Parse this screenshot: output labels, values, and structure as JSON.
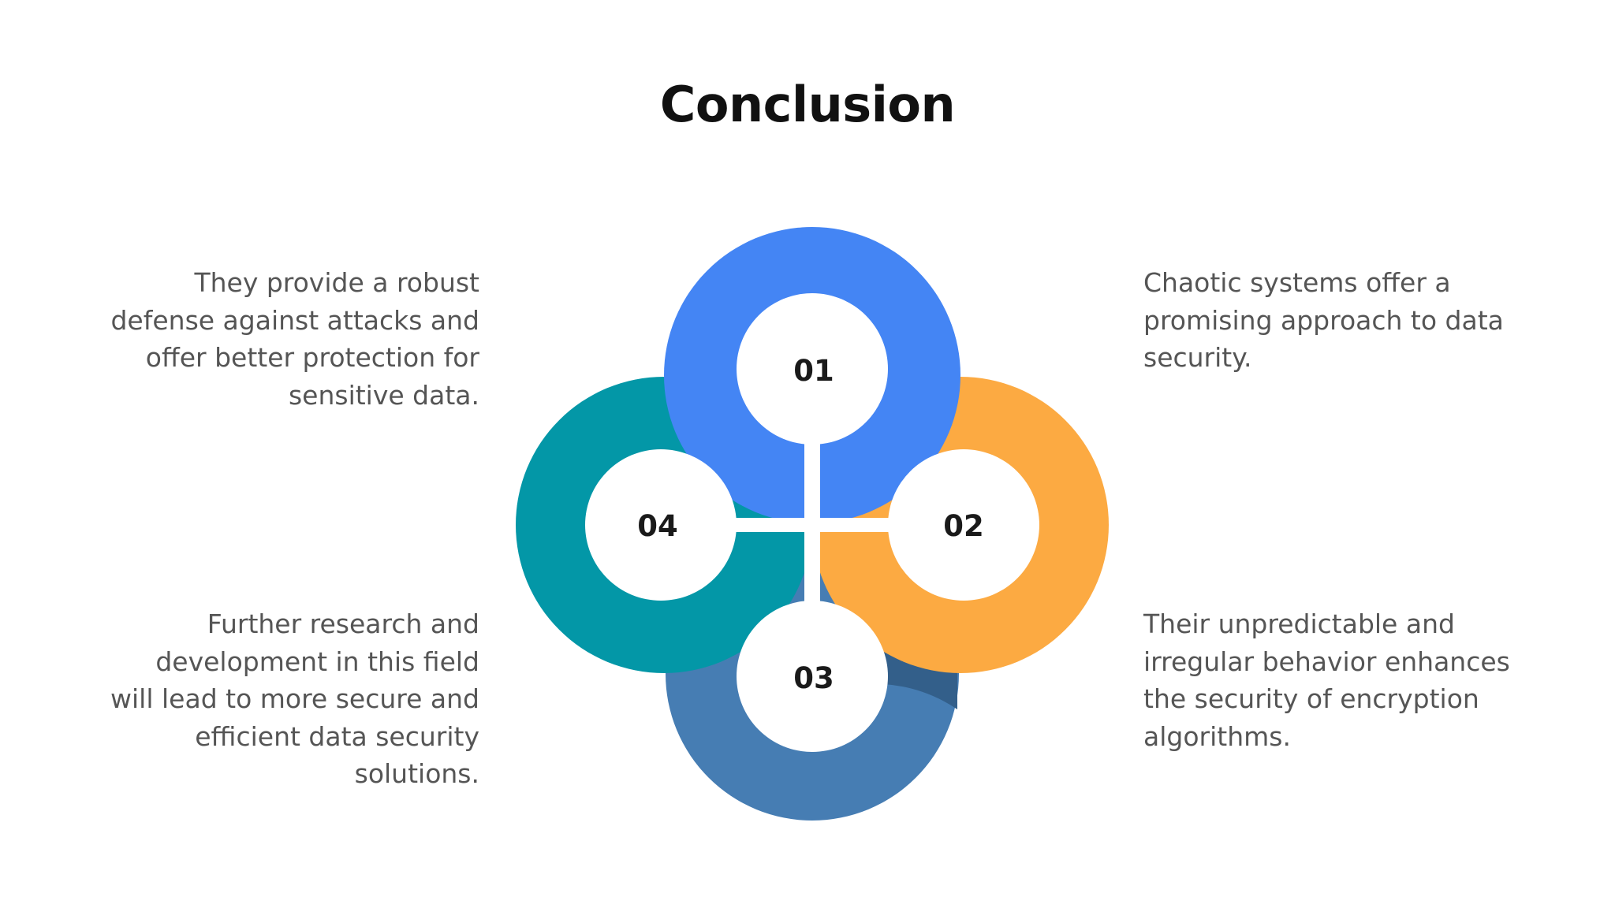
{
  "title": "Conclusion",
  "colors": {
    "step01": "#4485F4",
    "step02": "#FCAA42",
    "step03": "#467DB3",
    "step03_shadow": "#335F8A",
    "step04": "#0397A7",
    "background": "#FFFFFF",
    "text": "#555555",
    "title": "#111111"
  },
  "steps": [
    {
      "number": "01",
      "text": "Chaotic systems offer a promising approach to data security."
    },
    {
      "number": "02",
      "text": "Their unpredictable and irregular behavior enhances the security of encryption algorithms."
    },
    {
      "number": "03",
      "text": "Further research and development in this field will lead to more secure and efficient data security solutions."
    },
    {
      "number": "04",
      "text": "They provide a robust defense against attacks and offer better protection for sensitive data."
    }
  ]
}
